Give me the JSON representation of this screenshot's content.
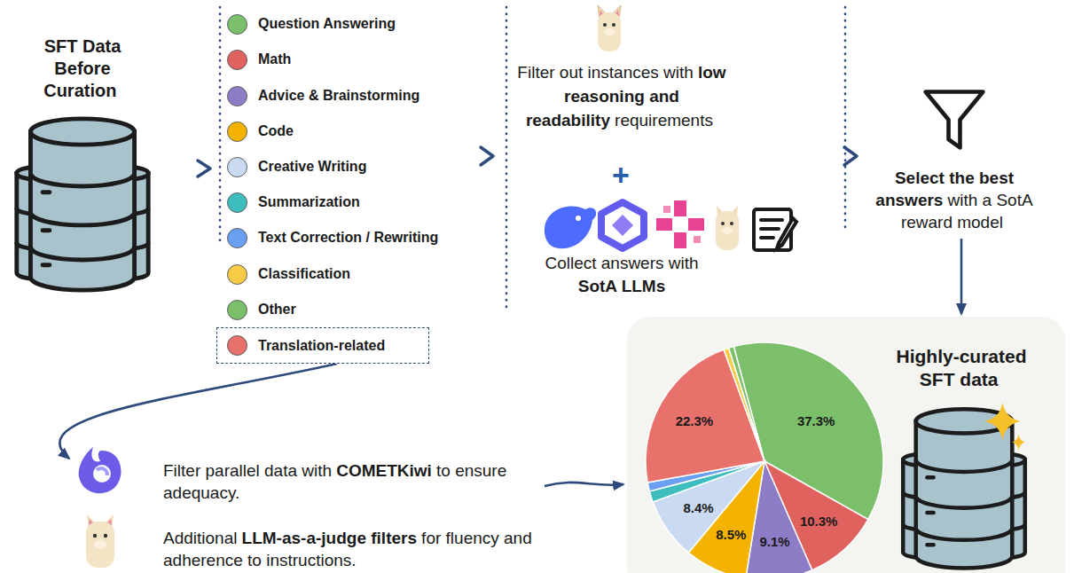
{
  "diagram": {
    "nodes": [
      {
        "text": [
          "SFT Data Before Curation"
        ]
      },
      {
        "text": [
          "Translation-related"
        ]
      },
      {
        "text": [
          "Select the best answers",
          "with a SotA reward model"
        ]
      },
      {
        "text": [
          "Filter parallel data with",
          "COMETKiwi",
          "to ensure adequacy.",
          "Additional",
          "LLM-as-a-judge filters",
          "for fluency and adherence to instructions."
        ]
      },
      {
        "text": [
          "Highly-curated SFT data"
        ]
      }
    ],
    "edges": [
      {
        "from": 1,
        "to": 3,
        "arrow": "to"
      },
      {
        "from": 3,
        "to": 4,
        "arrow": "to"
      },
      {
        "from": 2,
        "to": 4,
        "arrow": "to"
      }
    ],
    "labels": [
      "Filter out instances with",
      "low reasoning and readability",
      "requirements",
      "+",
      "Collect answers with",
      "SotA LLMs",
      "37.3%",
      "10.3%",
      "9.1%",
      "8.5%",
      "8.4%",
      "22.3%"
    ],
    "legend": [
      {
        "text": "Question Answering",
        "color": "#7cbf6b"
      },
      {
        "text": "Math",
        "color": "#e0625f"
      },
      {
        "text": "Advice & Brainstorming",
        "color": "#8e7cc6"
      },
      {
        "text": "Code",
        "color": "#f5b301"
      },
      {
        "text": "Creative Writing",
        "color": "#c9daf2"
      },
      {
        "text": "Summarization",
        "color": "#3dbdbd"
      },
      {
        "text": "Text Correction / Rewriting",
        "color": "#6b9ff2"
      },
      {
        "text": "Classification",
        "color": "#f7cb45"
      },
      {
        "text": "Other",
        "color": "#7cbf6b"
      }
    ]
  }
}
